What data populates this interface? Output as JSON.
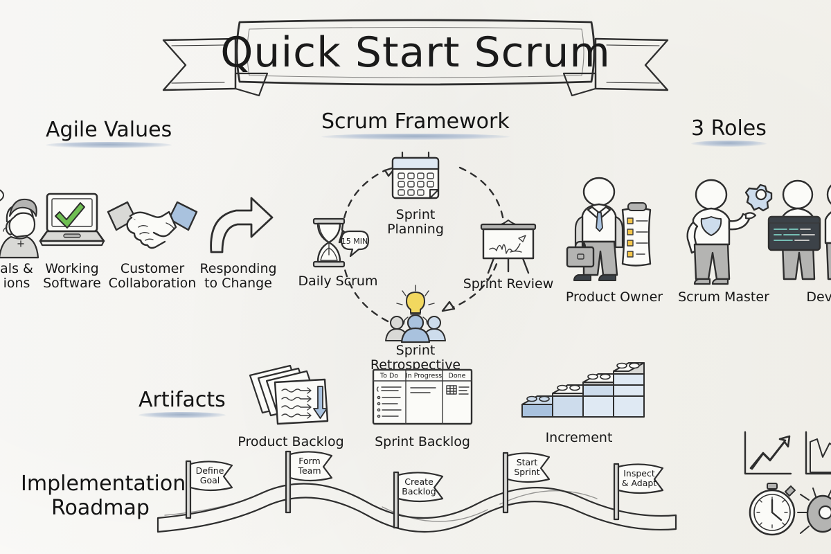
{
  "poster": {
    "title": "Quick Start Scrum",
    "background_color": "#f6f5f0",
    "ink_color": "#2e2e2e",
    "accent_color": "#a9c2de",
    "underline_color": "#8fa4c0"
  },
  "agile_values": {
    "heading": "Agile Values",
    "items": [
      {
        "label": "als &\nions",
        "full_label": "Individuals & Interactions",
        "icon": "person-speaking-icon",
        "clipped": "left"
      },
      {
        "label": "Working\nSoftware",
        "icon": "laptop-checkmark-icon",
        "clipped": "none"
      },
      {
        "label": "Customer\nCollaboration",
        "icon": "handshake-icon",
        "clipped": "none"
      },
      {
        "label": "Responding\nto Change",
        "icon": "curved-arrow-icon",
        "clipped": "none"
      }
    ]
  },
  "scrum_framework": {
    "heading": "Scrum Framework",
    "cycle": [
      {
        "label": "Sprint\nPlanning",
        "icon": "calendar-icon",
        "position": "top"
      },
      {
        "label": "Sprint Review",
        "icon": "presentation-board-icon",
        "position": "right"
      },
      {
        "label": "Sprint\nRetrospective",
        "icon": "lightbulb-team-icon",
        "position": "bottom"
      },
      {
        "label": "Daily Scrum",
        "icon": "hourglass-icon",
        "position": "left",
        "badge": "15 MIN"
      }
    ]
  },
  "roles": {
    "heading": "3 Roles",
    "items": [
      {
        "label": "Product Owner",
        "icon": "businessperson-clipboard-icon",
        "clipped": "none"
      },
      {
        "label": "Scrum Master",
        "icon": "person-shield-gear-icon",
        "clipped": "none"
      },
      {
        "label": "Deve",
        "full_label": "Developers",
        "icon": "developers-laptop-icon",
        "clipped": "right"
      }
    ]
  },
  "artifacts": {
    "heading": "Artifacts",
    "items": [
      {
        "label": "Product Backlog",
        "icon": "stacked-cards-icon"
      },
      {
        "label": "Sprint Backlog",
        "icon": "kanban-board-icon",
        "columns": [
          "To Do",
          "In Progress",
          "Done"
        ]
      },
      {
        "label": "Increment",
        "icon": "lego-bricks-icon"
      }
    ]
  },
  "roadmap": {
    "heading": "Implementation\nRoadmap",
    "milestones": [
      {
        "label": "Define\nGoal"
      },
      {
        "label": "Form\nTeam"
      },
      {
        "label": "Create\nBacklog"
      },
      {
        "label": "Start\nSprint"
      },
      {
        "label": "Inspect\n& Adapt"
      }
    ]
  },
  "corner_icons": [
    {
      "name": "trend-up-chart-icon",
      "clipped": "right"
    },
    {
      "name": "burndown-chart-icon",
      "clipped": "right"
    },
    {
      "name": "stopwatch-icon",
      "clipped": "right"
    },
    {
      "name": "bug-icon",
      "clipped": "right"
    }
  ]
}
